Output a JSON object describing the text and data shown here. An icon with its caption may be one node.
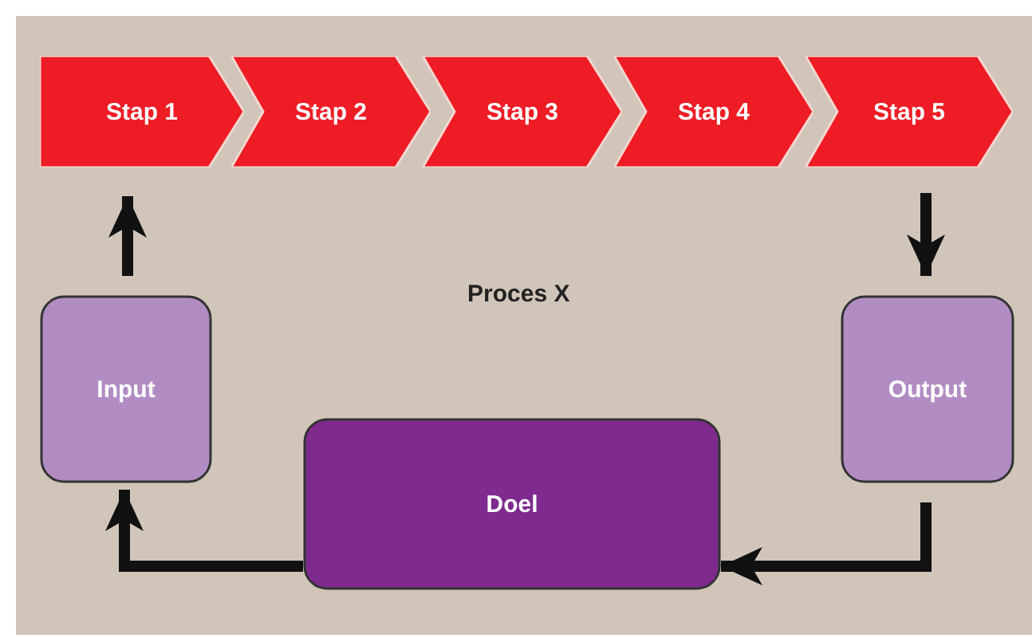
{
  "diagram": {
    "nodes": [
      {
        "text": [
          "Stap 1"
        ]
      },
      {
        "text": [
          "Stap 2"
        ]
      },
      {
        "text": [
          "Stap 3"
        ]
      },
      {
        "text": [
          "Stap 4"
        ]
      },
      {
        "text": [
          "Stap 5"
        ]
      },
      {
        "text": [
          "Input"
        ]
      },
      {
        "text": [
          "Output"
        ]
      },
      {
        "text": [
          "Doel"
        ]
      }
    ],
    "edges": [
      {
        "from": 5,
        "to": 0,
        "arrow": "to"
      },
      {
        "from": 4,
        "to": 6,
        "arrow": "to"
      },
      {
        "from": 6,
        "to": 7,
        "arrow": "to"
      },
      {
        "from": 7,
        "to": 5,
        "arrow": "to"
      }
    ],
    "labels": [
      "Proces X"
    ]
  }
}
